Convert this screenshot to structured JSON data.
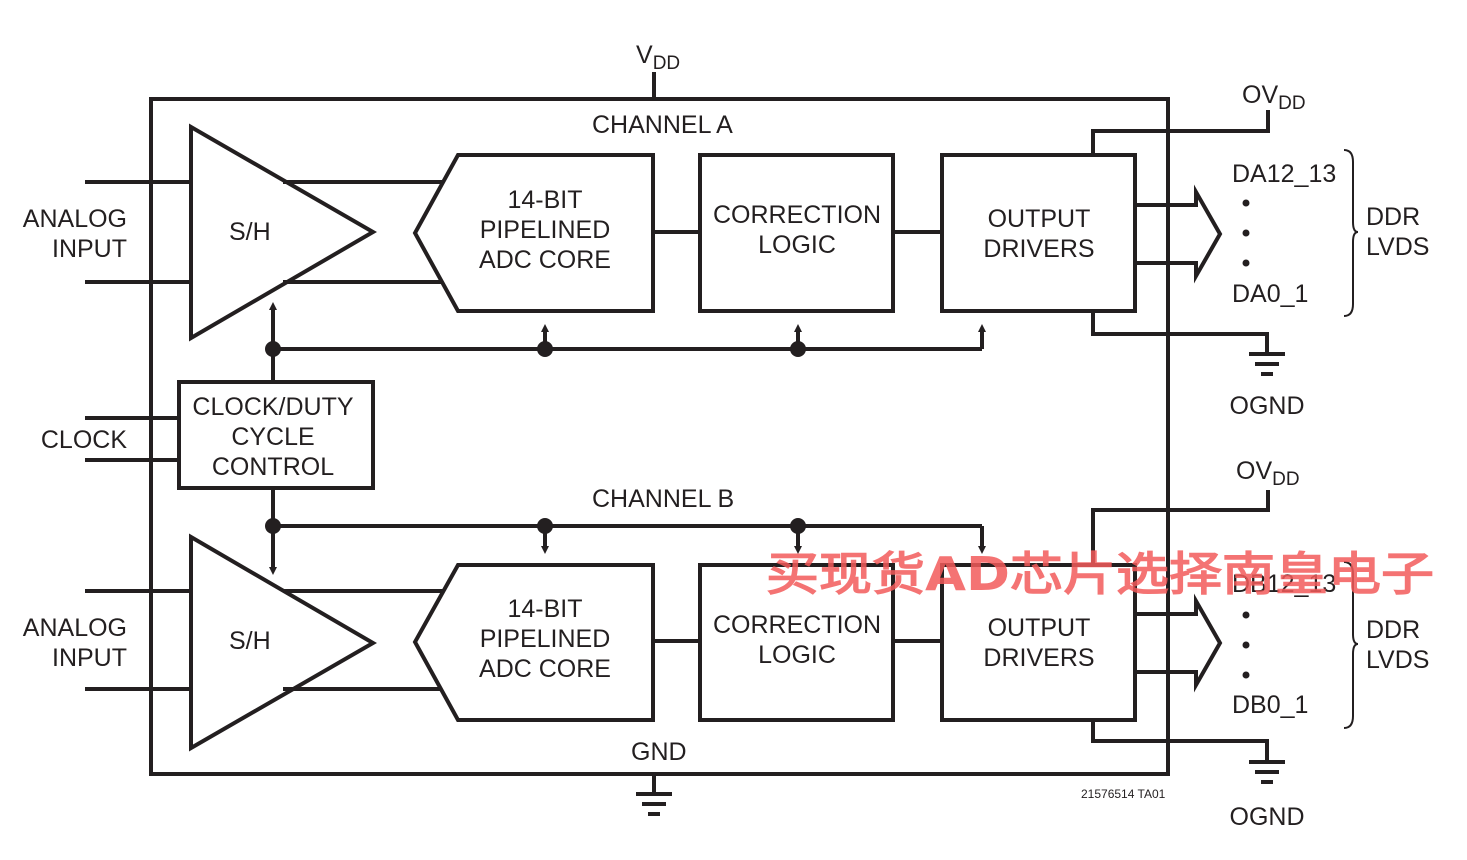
{
  "diagram": {
    "supply": {
      "main": "V",
      "sub": "DD"
    },
    "ground": "GND",
    "figure_code": "21576514 TA01",
    "clock_input": "CLOCK",
    "clock_block": [
      "CLOCK/DUTY",
      "CYCLE",
      "CONTROL"
    ],
    "channels": [
      {
        "name": "CHANNEL A",
        "analog_input": [
          "ANALOG",
          "INPUT"
        ],
        "sh_label": "S/H",
        "adc": [
          "14-BIT",
          "PIPELINED",
          "ADC CORE"
        ],
        "correction": [
          "CORRECTION",
          "LOGIC"
        ],
        "drivers": [
          "OUTPUT",
          "DRIVERS"
        ],
        "out_supply": {
          "main": "OV",
          "sub": "DD"
        },
        "out_ground": "OGND",
        "bus_top": "DA12_13",
        "bus_bottom": "DA0_1",
        "bus_type": [
          "DDR",
          "LVDS"
        ]
      },
      {
        "name": "CHANNEL B",
        "analog_input": [
          "ANALOG",
          "INPUT"
        ],
        "sh_label": "S/H",
        "adc": [
          "14-BIT",
          "PIPELINED",
          "ADC CORE"
        ],
        "correction": [
          "CORRECTION",
          "LOGIC"
        ],
        "drivers": [
          "OUTPUT",
          "DRIVERS"
        ],
        "out_supply": {
          "main": "OV",
          "sub": "DD"
        },
        "out_ground": "OGND",
        "bus_top": "DB12_13",
        "bus_bottom": "DB0_1",
        "bus_type": [
          "DDR",
          "LVDS"
        ]
      }
    ]
  },
  "watermark": "买现货AD芯片选择南皇电子",
  "colors": {
    "ink": "#231f20",
    "watermark": "#f25a5a",
    "background": "#ffffff"
  }
}
